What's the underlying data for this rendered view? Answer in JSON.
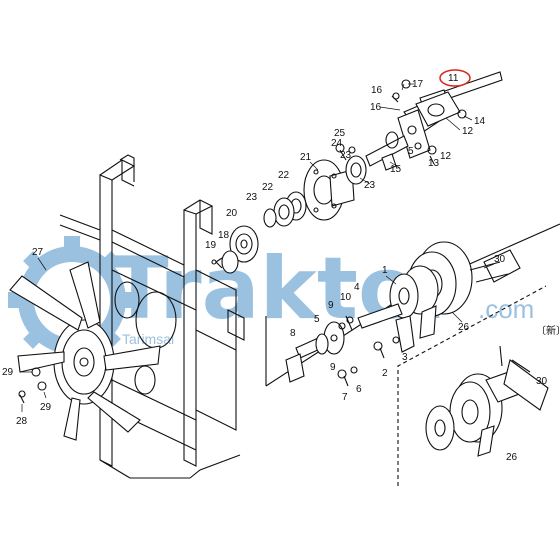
{
  "watermark": {
    "main": "Traktor",
    "domain": ".com",
    "sub": "Tarimsal",
    "color": "#4a90c8"
  },
  "callouts": {
    "c1": "1",
    "c2": "2",
    "c3": "3",
    "c4": "4",
    "c5": "5",
    "c6": "6",
    "c7": "7",
    "c8": "8",
    "c9": "9",
    "c10": "10",
    "c11": "11",
    "c12": "12",
    "c12b": "12",
    "c13": "13",
    "c14": "14",
    "c15": "15",
    "c16": "16",
    "c16b": "16",
    "c17": "17",
    "c18": "18",
    "c19": "19",
    "c20": "20",
    "c21": "21",
    "c22": "22",
    "c23": "23",
    "c23b": "23",
    "c24": "24",
    "c25": "25",
    "c26": "26",
    "c26b": "26",
    "c27": "27",
    "c28": "28",
    "c29": "29",
    "c29b": "29",
    "c30": "30",
    "c30b": "30",
    "c5b": "5",
    "c9b": "9"
  },
  "new_label": "〔新〕",
  "highlight_color": "#d9261c"
}
